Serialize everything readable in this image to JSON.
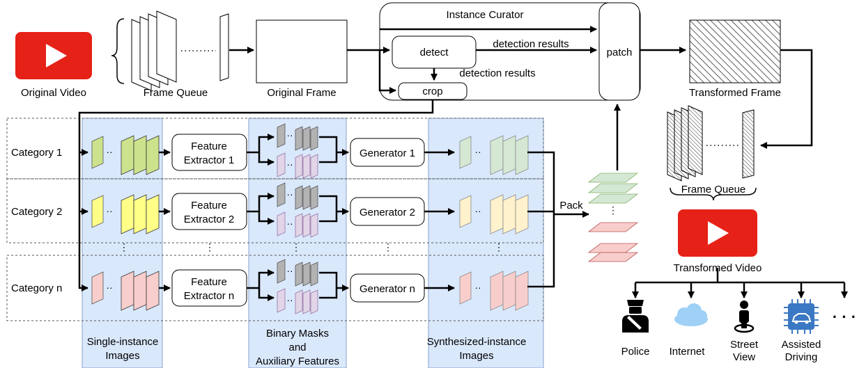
{
  "source": {
    "original_video": "Original Video",
    "frame_queue": "Frame Queue",
    "original_frame": "Original Frame"
  },
  "curator": {
    "title": "Instance Curator",
    "detect": "detect",
    "crop": "crop",
    "patch": "patch",
    "detection_results_top": "detection results",
    "detection_results_bottom": "detection results"
  },
  "output": {
    "transformed_frame": "Transformed Frame",
    "frame_queue": "Frame Queue",
    "transformed_video": "Transformed Video",
    "more": "· · ·",
    "consumers": [
      {
        "label": "Police",
        "icon": "police-icon"
      },
      {
        "label": "Internet",
        "icon": "cloud-icon"
      },
      {
        "label": "Street View",
        "icon": "person-location-icon"
      },
      {
        "label": "Assisted Driving",
        "icon": "car-chip-icon"
      }
    ]
  },
  "rows": [
    {
      "category": "Category 1",
      "extractor_line1": "Feature",
      "extractor_line2": "Extractor 1",
      "generator": "Generator 1",
      "color": "#cde28c",
      "synth_color": "#d5e8d4"
    },
    {
      "category": "Category 2",
      "extractor_line1": "Feature",
      "extractor_line2": "Extractor 2",
      "generator": "Generator 2",
      "color": "#ffff88",
      "synth_color": "#fff2cc"
    },
    {
      "category": "Category n",
      "extractor_line1": "Feature",
      "extractor_line2": "Extractor n",
      "generator": "Generator n",
      "color": "#f8cecc",
      "synth_color": "#f8cecc"
    }
  ],
  "columns": {
    "single_line1": "Single-instance",
    "single_line2": "Images",
    "masks_line1": "Binary Masks",
    "masks_line2": "and",
    "masks_line3": "Auxiliary Features",
    "synth_line1": "Synthesized-instance",
    "synth_line2": "Images"
  },
  "pack": "Pack",
  "colors": {
    "youtube_red": "#e62117",
    "band_fill": "#dae8fc",
    "band_stroke": "#6c8ebf",
    "mask_gray": "#b3b3b3",
    "mask_purple": "#e1d5e7",
    "pack_green": "#d5e8d4",
    "pack_red": "#f8cecc",
    "chip_blue": "#3b78c4",
    "cloud_blue": "#9fd0f5"
  }
}
